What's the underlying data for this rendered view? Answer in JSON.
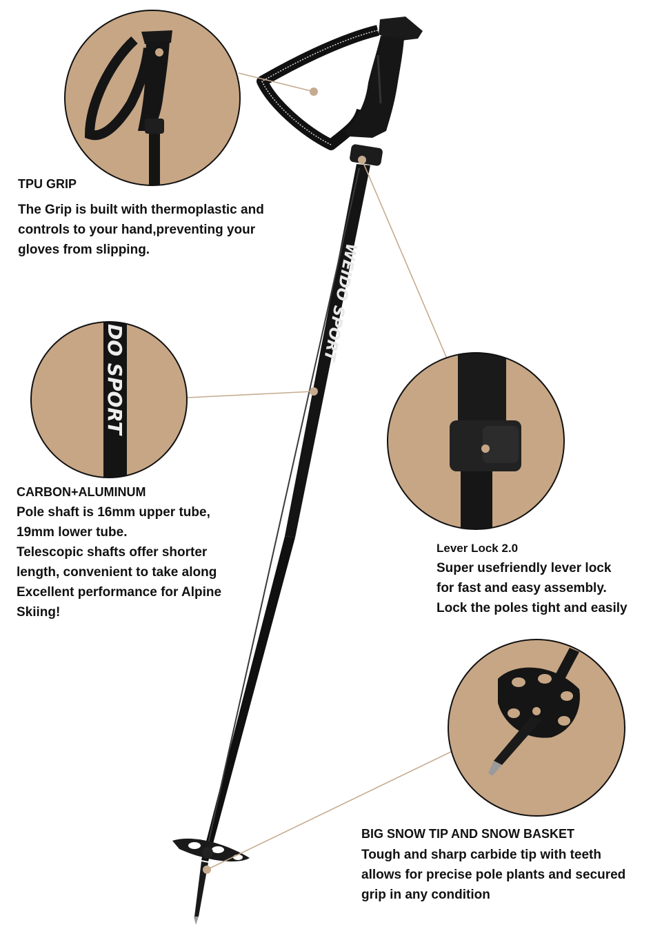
{
  "colors": {
    "circle_fill": "#c7a685",
    "leader_line": "#c5ab8f",
    "pole_black": "#141414",
    "text": "#111111"
  },
  "brand_mark": "WEIDO SPORT",
  "brand_mark_zoom": "DO SPORT",
  "features": {
    "grip": {
      "title": "TPU GRIP",
      "lines": [
        "The Grip is built with thermoplastic and",
        "controls to your hand,preventing your",
        "gloves from slipping."
      ]
    },
    "shaft": {
      "title": "CARBON+ALUMINUM",
      "lines": [
        "Pole shaft is 16mm upper tube,",
        "19mm lower tube.",
        "Telescopic shafts offer shorter",
        "length, convenient to take along",
        "Excellent performance for Alpine",
        "Skiing!"
      ]
    },
    "lever": {
      "title": "Lever Lock 2.0",
      "lines": [
        "Super usefriendly lever lock",
        "for fast and easy assembly.",
        "Lock the poles tight and easily"
      ]
    },
    "tip": {
      "title": "BIG SNOW TIP AND SNOW BASKET",
      "lines": [
        "Tough and sharp carbide tip with teeth",
        "allows for precise pole plants and secured",
        "grip in any condition"
      ]
    }
  }
}
